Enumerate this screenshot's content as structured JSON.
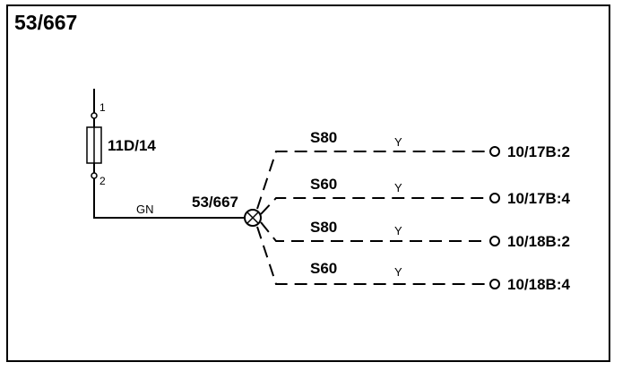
{
  "diagram": {
    "title": "53/667",
    "fuse": {
      "label": "11D/14",
      "pin_top": "1",
      "pin_bottom": "2"
    },
    "wire_color_main": "GN",
    "splice_label": "53/667",
    "branches": [
      {
        "size": "S80",
        "color": "Y",
        "terminal": "10/17B:2"
      },
      {
        "size": "S60",
        "color": "Y",
        "terminal": "10/17B:4"
      },
      {
        "size": "S80",
        "color": "Y",
        "terminal": "10/18B:2"
      },
      {
        "size": "S60",
        "color": "Y",
        "terminal": "10/18B:4"
      }
    ]
  }
}
